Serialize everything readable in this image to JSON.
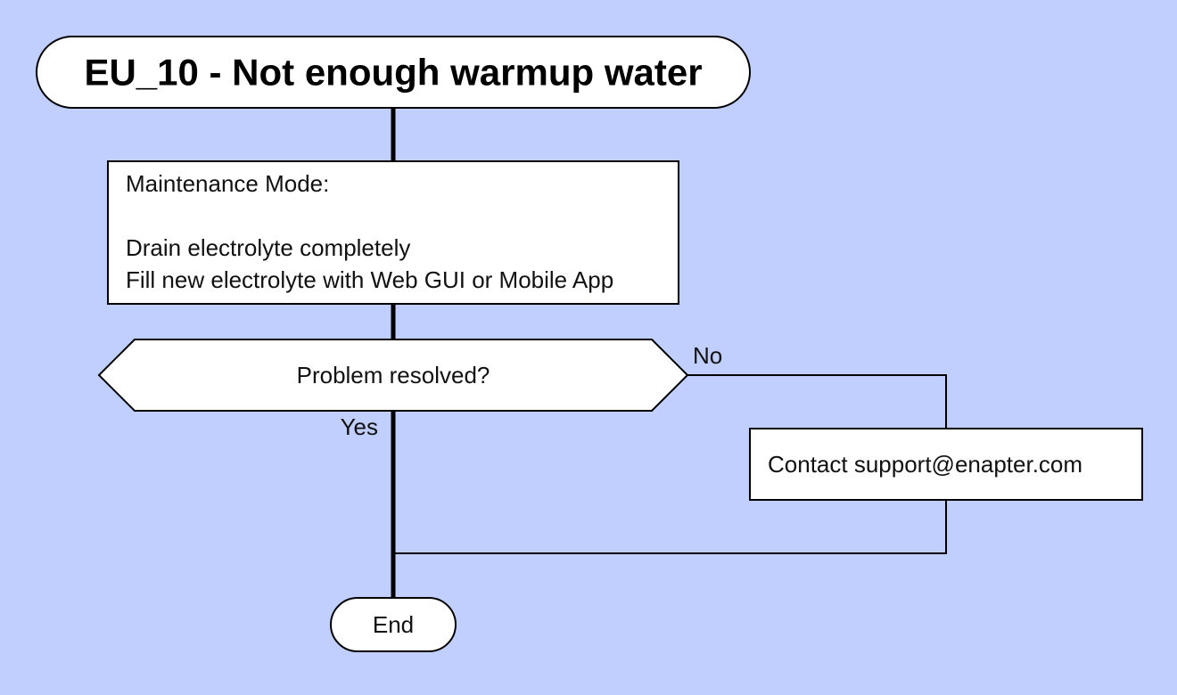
{
  "diagram": {
    "background": "#c0cfff",
    "node_fill": "#ffffff",
    "stroke": "#000000",
    "start": {
      "label": "EU_10 - Not enough warmup water"
    },
    "maintenance_step": {
      "heading": "Maintenance Mode:",
      "line1": "Drain electrolyte completely",
      "line2": "Fill new electrolyte with Web GUI or Mobile App"
    },
    "decision": {
      "label": "Problem resolved?"
    },
    "branch_no": {
      "label": "No"
    },
    "branch_yes": {
      "label": "Yes"
    },
    "support_step": {
      "label": "Contact support@enapter.com"
    },
    "end": {
      "label": "End"
    }
  }
}
